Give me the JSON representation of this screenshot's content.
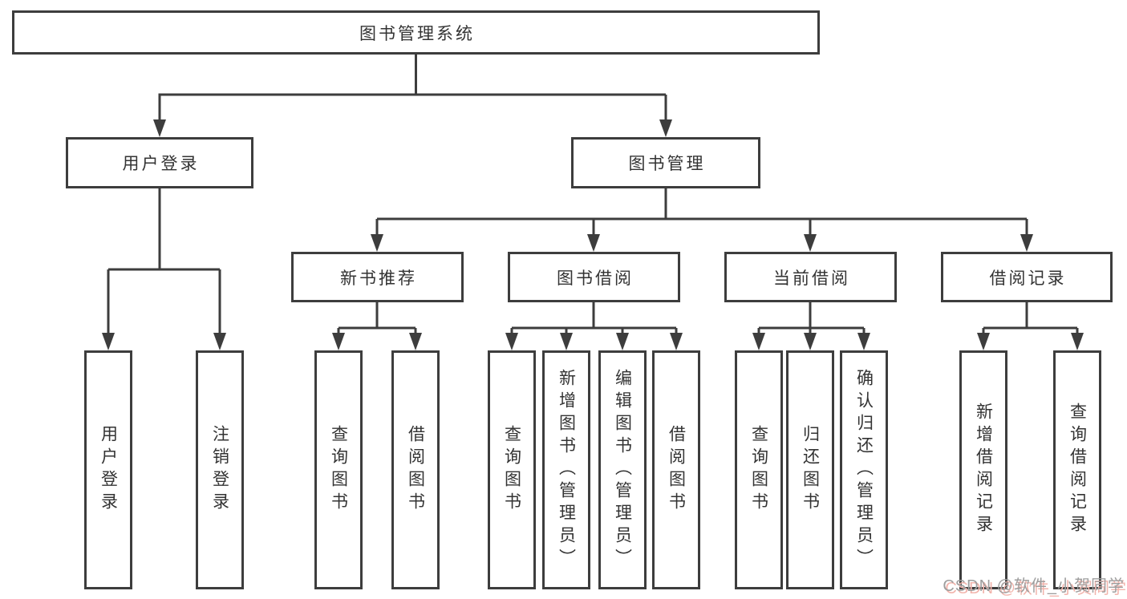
{
  "nodes": {
    "root": {
      "label": "图书管理系统"
    },
    "level2": [
      {
        "label": "用户登录",
        "parent": "图书管理系统"
      },
      {
        "label": "图书管理",
        "parent": "图书管理系统"
      }
    ],
    "level3": [
      {
        "label": "新书推荐",
        "parent": "图书管理"
      },
      {
        "label": "图书借阅",
        "parent": "图书管理"
      },
      {
        "label": "当前借阅",
        "parent": "图书管理"
      },
      {
        "label": "借阅记录",
        "parent": "图书管理"
      }
    ],
    "leaves": [
      {
        "label": "用户登录",
        "parent": "用户登录"
      },
      {
        "label": "注销登录",
        "parent": "用户登录"
      },
      {
        "label": "查询图书",
        "parent": "新书推荐"
      },
      {
        "label": "借阅图书",
        "parent": "新书推荐"
      },
      {
        "label": "查询图书",
        "parent": "图书借阅"
      },
      {
        "label": "新增图书（管理员）",
        "parent": "图书借阅"
      },
      {
        "label": "编辑图书（管理员）",
        "parent": "图书借阅"
      },
      {
        "label": "借阅图书",
        "parent": "图书借阅"
      },
      {
        "label": "查询图书",
        "parent": "当前借阅"
      },
      {
        "label": "归还图书",
        "parent": "当前借阅"
      },
      {
        "label": "确认归还（管理员）",
        "parent": "当前借阅"
      },
      {
        "label": "新增借阅记录",
        "parent": "借阅记录"
      },
      {
        "label": "查询借阅记录",
        "parent": "借阅记录"
      }
    ]
  },
  "watermark": {
    "text": "CSDN @软件_小贺同学"
  },
  "colors": {
    "line": "#3d3d3d",
    "box_border": "#3d3d3d",
    "box_fill": "#ffffff",
    "text": "#333333",
    "background": "#ffffff",
    "watermark_text": "#9e9e9e",
    "watermark_shadow": "#f2b4ac"
  }
}
